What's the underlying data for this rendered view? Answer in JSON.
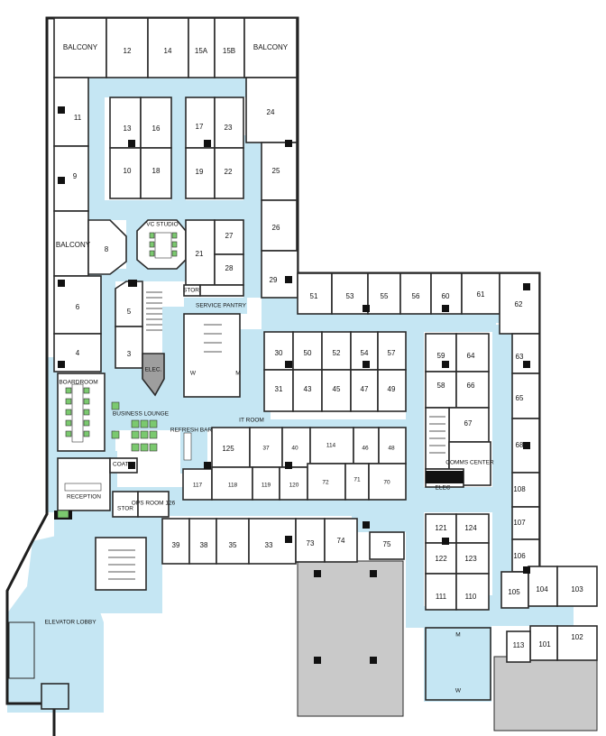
{
  "colors": {
    "corridor": "#c5e6f3",
    "room": "#ffffff",
    "gray_area": "#c9c9c9",
    "wall": "#1e1e1e",
    "furniture": "#7bc96f"
  },
  "rooms": [
    {
      "id": "balcony-left",
      "label": "BALCONY"
    },
    {
      "id": "r12",
      "label": "12"
    },
    {
      "id": "r14",
      "label": "14"
    },
    {
      "id": "r15a",
      "label": "15A"
    },
    {
      "id": "r15b",
      "label": "15B"
    },
    {
      "id": "balcony-right",
      "label": "BALCONY"
    },
    {
      "id": "r11",
      "label": "11"
    },
    {
      "id": "r9",
      "label": "9"
    },
    {
      "id": "balcony-mid",
      "label": "BALCONY"
    },
    {
      "id": "r8",
      "label": "8"
    },
    {
      "id": "r13",
      "label": "13"
    },
    {
      "id": "r16",
      "label": "16"
    },
    {
      "id": "r10",
      "label": "10"
    },
    {
      "id": "r18",
      "label": "18"
    },
    {
      "id": "r17",
      "label": "17"
    },
    {
      "id": "r23",
      "label": "23"
    },
    {
      "id": "r19",
      "label": "19"
    },
    {
      "id": "r22",
      "label": "22"
    },
    {
      "id": "r24",
      "label": "24"
    },
    {
      "id": "r25",
      "label": "25"
    },
    {
      "id": "r26",
      "label": "26"
    },
    {
      "id": "vc",
      "label": "VC STUDIO"
    },
    {
      "id": "r21",
      "label": "21"
    },
    {
      "id": "r27",
      "label": "27"
    },
    {
      "id": "r28",
      "label": "28"
    },
    {
      "id": "r29",
      "label": "29"
    },
    {
      "id": "stor1",
      "label": "STOR"
    },
    {
      "id": "pantry",
      "label": "SERVICE PANTRY"
    },
    {
      "id": "r6",
      "label": "6"
    },
    {
      "id": "r4",
      "label": "4"
    },
    {
      "id": "r5",
      "label": "5"
    },
    {
      "id": "r3",
      "label": "3"
    },
    {
      "id": "elec1",
      "label": "ELEC."
    },
    {
      "id": "rw",
      "label": "W"
    },
    {
      "id": "rm",
      "label": "M"
    },
    {
      "id": "r51",
      "label": "51"
    },
    {
      "id": "r53",
      "label": "53"
    },
    {
      "id": "r55",
      "label": "55"
    },
    {
      "id": "r56",
      "label": "56"
    },
    {
      "id": "r60",
      "label": "60"
    },
    {
      "id": "r61",
      "label": "61"
    },
    {
      "id": "r62",
      "label": "62"
    },
    {
      "id": "r30",
      "label": "30"
    },
    {
      "id": "r50",
      "label": "50"
    },
    {
      "id": "r52",
      "label": "52"
    },
    {
      "id": "r54",
      "label": "54"
    },
    {
      "id": "r57",
      "label": "57"
    },
    {
      "id": "r31",
      "label": "31"
    },
    {
      "id": "r43",
      "label": "43"
    },
    {
      "id": "r45",
      "label": "45"
    },
    {
      "id": "r47",
      "label": "47"
    },
    {
      "id": "r49",
      "label": "49"
    },
    {
      "id": "r59",
      "label": "59"
    },
    {
      "id": "r64",
      "label": "64"
    },
    {
      "id": "r58",
      "label": "58"
    },
    {
      "id": "r66",
      "label": "66"
    },
    {
      "id": "r63",
      "label": "63"
    },
    {
      "id": "r65",
      "label": "65"
    },
    {
      "id": "r67",
      "label": "67"
    },
    {
      "id": "r68",
      "label": "68"
    },
    {
      "id": "comms",
      "label": "COMMS CENTER"
    },
    {
      "id": "elec2",
      "label": "ELEC"
    },
    {
      "id": "boardroom",
      "label": "BOARDROOM"
    },
    {
      "id": "lounge",
      "label": "BUSINESS LOUNGE"
    },
    {
      "id": "refresh",
      "label": "REFRESH BAR"
    },
    {
      "id": "itroom",
      "label": "IT ROOM"
    },
    {
      "id": "r125",
      "label": "125"
    },
    {
      "id": "r37",
      "label": "37"
    },
    {
      "id": "r40",
      "label": "40"
    },
    {
      "id": "r114",
      "label": "114"
    },
    {
      "id": "r46",
      "label": "46"
    },
    {
      "id": "r48",
      "label": "48"
    },
    {
      "id": "coats",
      "label": "COATS"
    },
    {
      "id": "reception",
      "label": "RECEPTION"
    },
    {
      "id": "r117",
      "label": "117"
    },
    {
      "id": "r118",
      "label": "118"
    },
    {
      "id": "r119",
      "label": "119"
    },
    {
      "id": "r120",
      "label": "120"
    },
    {
      "id": "r72",
      "label": "72"
    },
    {
      "id": "r71",
      "label": "71"
    },
    {
      "id": "r70",
      "label": "70"
    },
    {
      "id": "stor2",
      "label": "STOR"
    },
    {
      "id": "ops",
      "label": "OPS ROOM 126"
    },
    {
      "id": "r108",
      "label": "108"
    },
    {
      "id": "r107",
      "label": "107"
    },
    {
      "id": "r106",
      "label": "106"
    },
    {
      "id": "r105",
      "label": "105"
    },
    {
      "id": "r104",
      "label": "104"
    },
    {
      "id": "r103",
      "label": "103"
    },
    {
      "id": "r102",
      "label": "102"
    },
    {
      "id": "r101",
      "label": "101"
    },
    {
      "id": "r113",
      "label": "113"
    },
    {
      "id": "r39",
      "label": "39"
    },
    {
      "id": "r38",
      "label": "38"
    },
    {
      "id": "r35",
      "label": "35"
    },
    {
      "id": "r33",
      "label": "33"
    },
    {
      "id": "r73",
      "label": "73"
    },
    {
      "id": "r74",
      "label": "74"
    },
    {
      "id": "r75",
      "label": "75"
    },
    {
      "id": "r121",
      "label": "121"
    },
    {
      "id": "r124",
      "label": "124"
    },
    {
      "id": "r122",
      "label": "122"
    },
    {
      "id": "r123",
      "label": "123"
    },
    {
      "id": "r111",
      "label": "111"
    },
    {
      "id": "r110",
      "label": "110"
    },
    {
      "id": "lobby",
      "label": "ELEVATOR LOBBY"
    },
    {
      "id": "wc-m",
      "label": "M"
    },
    {
      "id": "wc-w",
      "label": "W"
    }
  ]
}
